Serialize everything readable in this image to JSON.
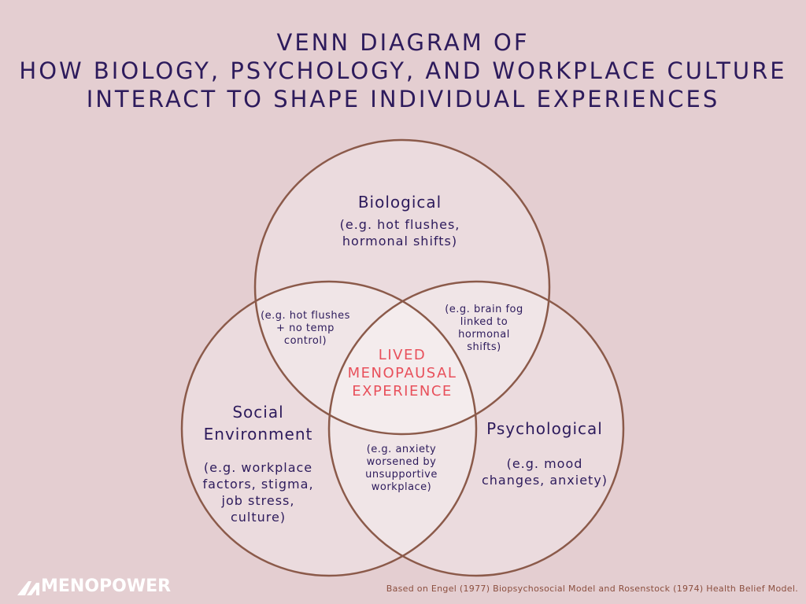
{
  "title": {
    "line1": "Venn Diagram of",
    "line2": "How Biology, Psychology, and Workplace Culture",
    "line3": "Interact to Shape Individual Experiences"
  },
  "circles": {
    "biological": {
      "heading": "Biological",
      "line1": "(e.g. hot flushes,",
      "line2": "hormonal shifts)"
    },
    "social": {
      "heading1": "Social",
      "heading2": "Environment",
      "line1": "(e.g. workplace",
      "line2": "factors, stigma,",
      "line3": "job stress,",
      "line4": "culture)"
    },
    "psychological": {
      "heading": "Psychological",
      "line1": "(e.g. mood",
      "line2": "changes, anxiety)"
    }
  },
  "overlaps": {
    "bio_social": {
      "line1": "(e.g. hot flushes",
      "line2": "+ no temp",
      "line3": "control)"
    },
    "bio_psych": {
      "line1": "(e.g. brain fog",
      "line2": "linked to",
      "line3": "hormonal",
      "line4": "shifts)"
    },
    "social_psych": {
      "line1": "(e.g. anxiety",
      "line2": "worsened by",
      "line3": "unsupportive",
      "line4": "workplace)"
    },
    "center": {
      "line1": "LIVED",
      "line2": "MENOPAUSAL",
      "line3": "EXPERIENCE"
    }
  },
  "footer": {
    "logo": "MENOPOWER",
    "credit": "Based on Engel (1977) Biopsychosocial Model and Rosenstock (1974) Health Belief Model."
  },
  "colors": {
    "background": "#e4ced1",
    "stroke": "#8b5a4a",
    "text": "#2d1b5c",
    "accent": "#e8505b"
  }
}
